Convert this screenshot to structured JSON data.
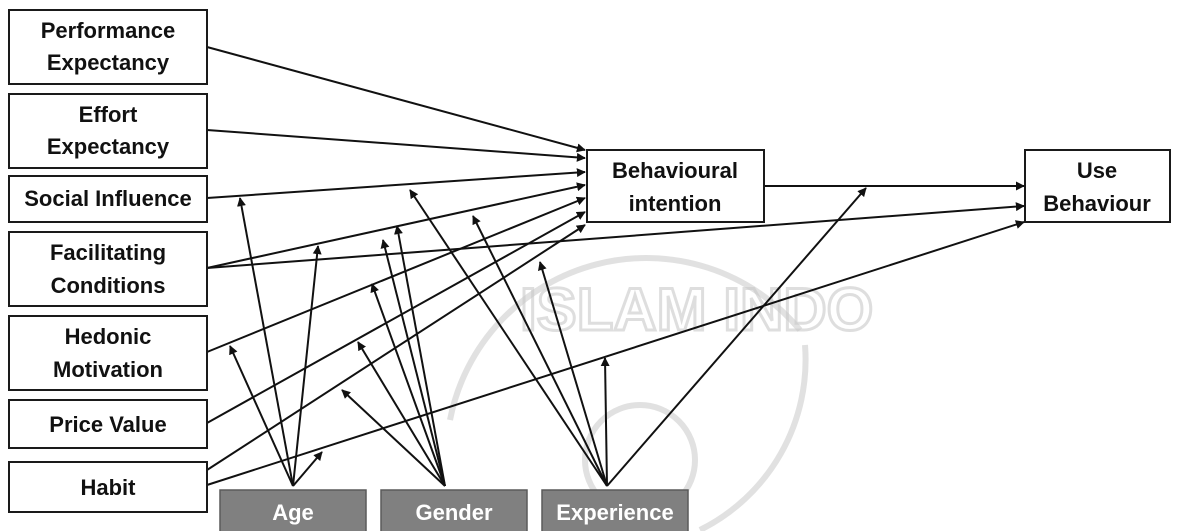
{
  "constructs": {
    "performance_expectancy": [
      "Performance",
      "Expectancy"
    ],
    "effort_expectancy": [
      "Effort",
      "Expectancy"
    ],
    "social_influence": [
      "Social Influence"
    ],
    "facilitating_conditions": [
      "Facilitating",
      "Conditions"
    ],
    "hedonic_motivation": [
      "Hedonic",
      "Motivation"
    ],
    "price_value": [
      "Price Value"
    ],
    "habit": [
      "Habit"
    ]
  },
  "outcomes": {
    "behavioural_intention": [
      "Behavioural",
      "intention"
    ],
    "use_behaviour": [
      "Use",
      "Behaviour"
    ]
  },
  "moderators": {
    "age": "Age",
    "gender": "Gender",
    "experience": "Experience"
  },
  "watermark": {
    "text": "ISLAM INDO"
  }
}
